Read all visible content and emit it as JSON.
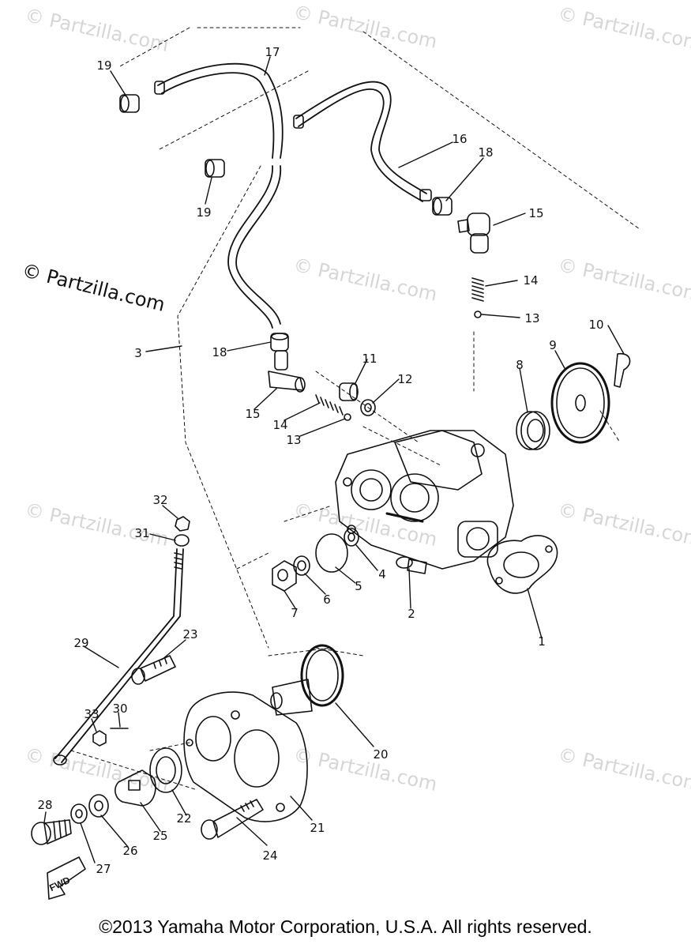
{
  "watermark": {
    "text": "© Partzilla.com"
  },
  "copyright": "©2013 Yamaha Motor Corporation, U.S.A. All rights reserved.",
  "fwd_label": "FWD",
  "callouts": [
    "17",
    "19",
    "19",
    "16",
    "18",
    "15",
    "14",
    "13",
    "3",
    "18",
    "11",
    "12",
    "15",
    "14",
    "13",
    "10",
    "9",
    "8",
    "32",
    "31",
    "4",
    "5",
    "6",
    "7",
    "2",
    "1",
    "23",
    "29",
    "30",
    "33",
    "20",
    "28",
    "27",
    "26",
    "25",
    "22",
    "21",
    "24"
  ]
}
